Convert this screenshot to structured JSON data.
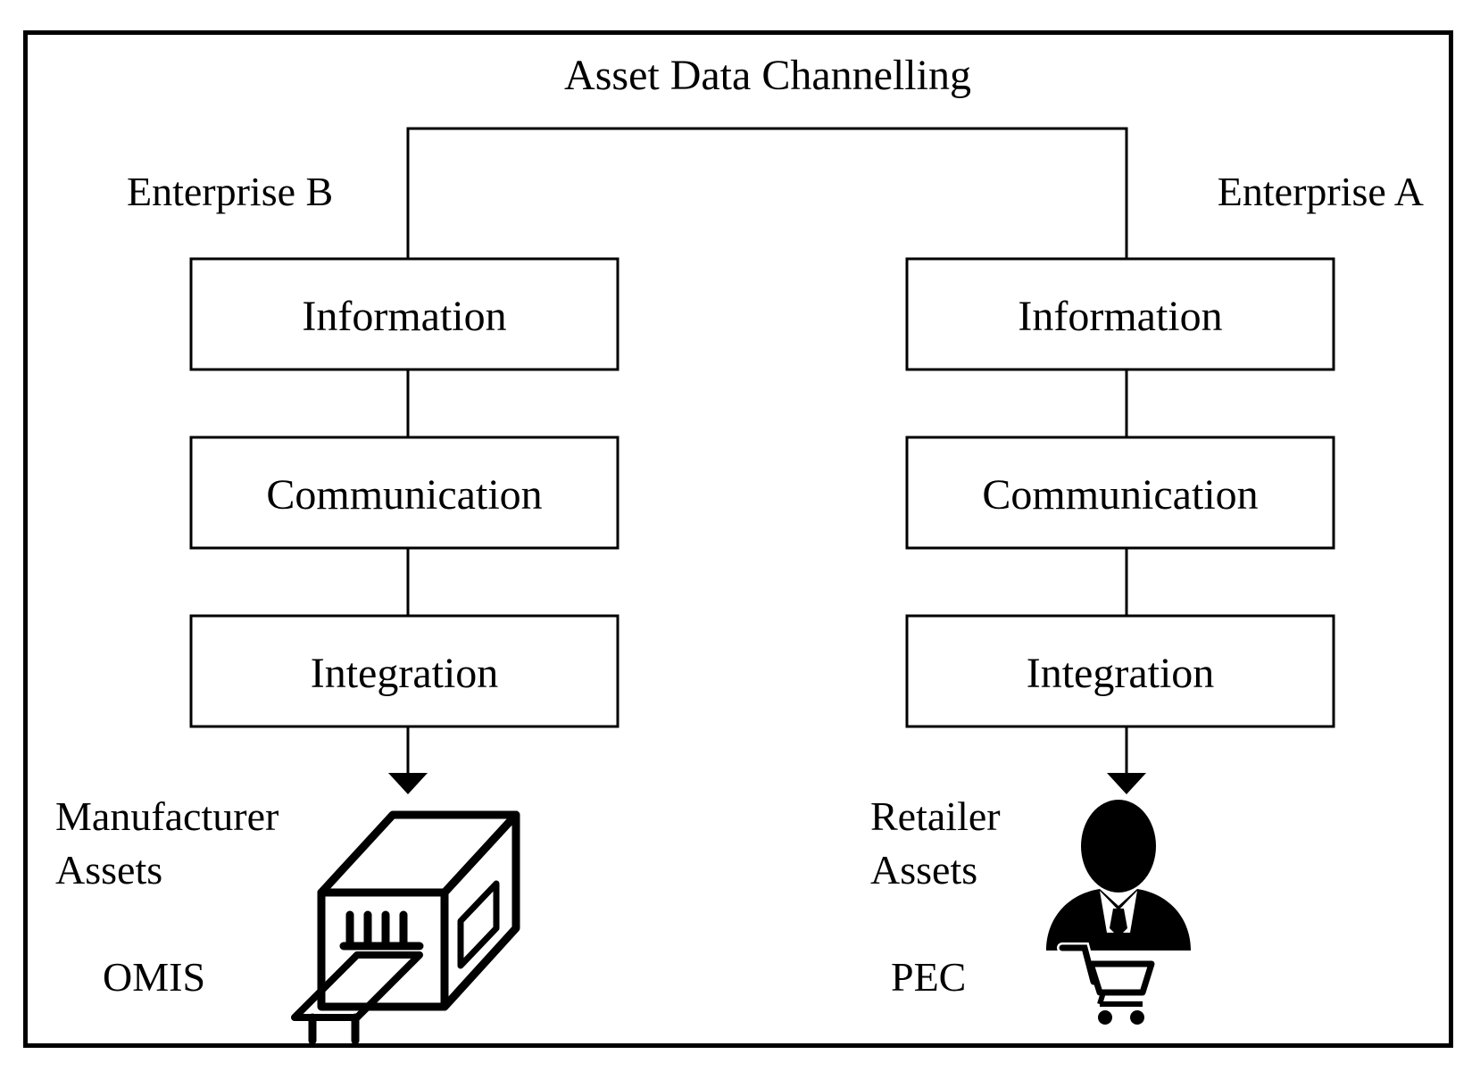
{
  "title": "Asset Data Channelling",
  "left": {
    "enterprise": "Enterprise B",
    "layers": [
      "Information",
      "Communication",
      "Integration"
    ],
    "asset_line1": "Manufacturer",
    "asset_line2": "Assets",
    "system": "OMIS",
    "icon": "factory-machine-icon"
  },
  "right": {
    "enterprise": "Enterprise A",
    "layers": [
      "Information",
      "Communication",
      "Integration"
    ],
    "asset_line1": "Retailer",
    "asset_line2": "Assets",
    "system": "PEC",
    "icon": "shopper-with-cart-icon"
  }
}
